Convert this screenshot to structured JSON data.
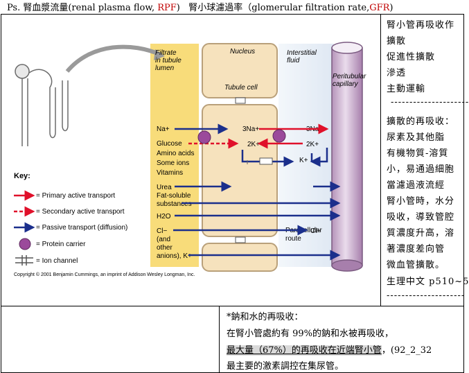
{
  "header": {
    "prefix": "Ps.",
    "rpf_zh": "腎血漿流量",
    "rpf_en": "(renal plasma flow, ",
    "rpf_abbr": "RPF",
    "rpf_close": ")",
    "gfr_zh": "腎小球濾過率",
    "gfr_en": "（glomerular filtration rate,",
    "gfr_abbr": "GFR",
    "gfr_close": ")"
  },
  "figure": {
    "regions": {
      "filtrate": "Filtrate in tubule lumen",
      "filtrate_lines": [
        "Filtrate",
        "in tubule",
        "lumen"
      ],
      "nucleus": "Nucleus",
      "tubule_cell": "Tubule cell",
      "interstitial": [
        "Interstitial",
        "fluid"
      ],
      "peritubular": [
        "Peritubular",
        "capillary"
      ],
      "paracellular": [
        "Paracellular",
        "route"
      ]
    },
    "substances": [
      "Na+",
      "Glucose",
      "Amino acids",
      "Some ions",
      "Vitamins",
      "Urea",
      "Fat-soluble",
      "substances",
      "H2O",
      "Cl−",
      "(and",
      "other",
      "anions), K+"
    ],
    "cell_labels": {
      "na3_a": "3Na+",
      "na3_b": "3Na+",
      "k2_a": "2K+",
      "k2_b": "2K+",
      "k_plus": "K+",
      "cl": "Cl−"
    },
    "key": {
      "title": "Key:",
      "items": [
        "= Primary active transport",
        "= Secondary active transport",
        "= Passive transport (diffusion)",
        "= Protein carrier",
        "= Ion channel"
      ]
    },
    "copyright": "Copyright © 2001 Benjamin Cummings, an imprint of Addison Wesley Longman, Inc.",
    "colors": {
      "primary": "#e0102a",
      "passive": "#1b2f8c",
      "carrier": "#9b4a9b",
      "lumen": "#f8dc7a",
      "cell": "#f6e2bd",
      "capillary": "#c9aecd"
    }
  },
  "right_panel": {
    "lines": [
      "腎小管再吸收作",
      "擴散",
      "促進性擴散",
      "滲透",
      "主動運輸",
      "---------------------",
      "擴散的再吸收：",
      "尿素及其他脂",
      "有機物質-溶質",
      "小，易通過細胞",
      "當濾過液流經",
      "腎小管時，水分",
      "吸收，導致管腔",
      "質濃度升高，溶",
      "著濃度差向管",
      "微血管擴散。",
      "生理中文 p510~5",
      "---------------------"
    ]
  },
  "bottom_right": {
    "line1": "*鈉和水的再吸收：",
    "line2": "在腎小管處約有 99%的鈉和水被再吸收，",
    "line3_hl": "最大量（67%）的再吸收在近端腎小管",
    "line3_rest": "，(92_2_32",
    "line4": "最主要的激素調控在集尿管。"
  }
}
